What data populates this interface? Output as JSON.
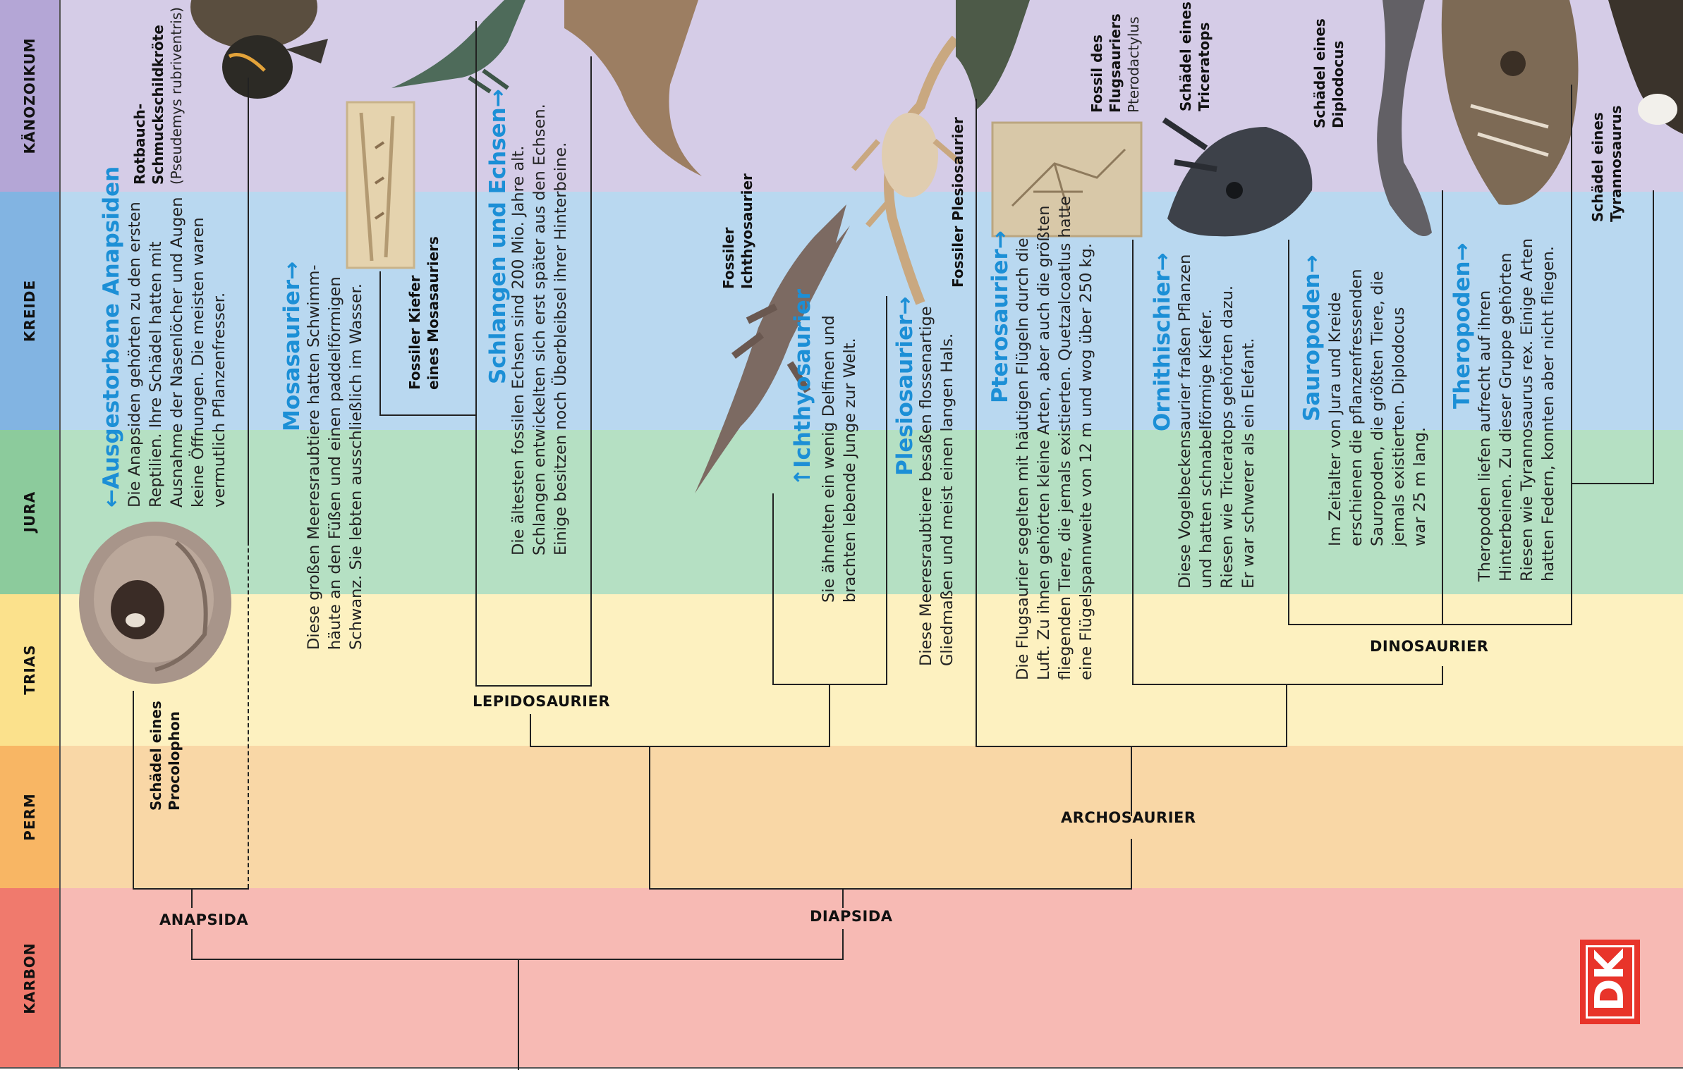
{
  "eras": [
    "KÄNOZOIKUM",
    "KREIDE",
    "JURA",
    "TRIAS",
    "PERM",
    "KARBON"
  ],
  "colors": {
    "kaenozoikum": "#d5cce7",
    "kreide": "#b9d8f0",
    "jura": "#b5e0c3",
    "trias": "#fdf1c0",
    "perm": "#f9d7a6",
    "karbon": "#f7bab4",
    "tab_kaenozoikum": "#b4a6d6",
    "tab_kreide": "#82b4e2",
    "tab_jura": "#8ccb9c",
    "tab_trias": "#fbe18c",
    "tab_perm": "#f8b664",
    "tab_karbon": "#f07a6d",
    "accent": "#1c8fd6",
    "dk_red": "#e8342a"
  },
  "clades": {
    "anapsida": "ANAPSIDA",
    "diapsida": "DIAPSIDA",
    "lepidosaurier": "LEPIDOSAURIER",
    "archosaurier": "ARCHOSAURIER",
    "dinosaurier": "DINOSAURIER"
  },
  "captions": {
    "procolophon": [
      "Schädel eines",
      "Procolophon"
    ],
    "turtle": [
      "Rotbauch-",
      "Schmuckschildkröte"
    ],
    "turtle_latin": "(Pseudemys rubriventris)",
    "mosasaur_jaw": [
      "Fossiler Kiefer",
      "eines Mosasauriers"
    ],
    "ichthyosaur": [
      "Fossiler",
      "Ichthyosaurier"
    ],
    "plesiosaur": "Fossiler Plesiosaurier",
    "pterosaur_fossil": [
      "Fossil des",
      "Flugsauriers"
    ],
    "pterosaur_latin": "Pterodactylus",
    "triceratops": [
      "Schädel eines",
      "Triceratops"
    ],
    "diplodocus": [
      "Schädel eines",
      "Diplodocus"
    ],
    "tyrannosaurus": [
      "Schädel eines",
      "Tyrannosaurus"
    ]
  },
  "texts": {
    "anapsiden": {
      "heading": "←Ausgestorbene Anapsiden",
      "lines": [
        "Die Anapsiden gehörten zu den ersten",
        "Reptilien. Ihre Schädel hatten mit",
        "Ausnahme der Nasenlöcher und Augen",
        "keine Öffnungen. Die meisten waren",
        "vermutlich Pflanzenfresser."
      ]
    },
    "mosasaurier": {
      "heading": "Mosasaurier→",
      "lines": [
        "Diese großen Meeresraubtiere hatten Schwimm-",
        "häute an den Füßen und einen paddelförmigen",
        "Schwanz. Sie lebten ausschließlich im Wasser."
      ]
    },
    "schlangen": {
      "heading": "Schlangen und Echsen→",
      "lines": [
        "Die ältesten fossilen Echsen sind 200 Mio. Jahre alt.",
        "Schlangen entwickelten sich erst später aus den Echsen.",
        "Einige besitzen noch Überbleibsel ihrer Hinterbeine."
      ]
    },
    "ichthyosaurier": {
      "heading": "↑Ichthyosaurier",
      "lines": [
        "Sie ähnelten ein wenig Delfinen und",
        "brachten lebende Junge zur Welt."
      ]
    },
    "plesiosaurier": {
      "heading": "Plesiosaurier→",
      "lines": [
        "Diese Meeresraubtiere besaßen flossenartige",
        "Gliedmaßen und meist einen langen Hals."
      ]
    },
    "pterosaurier": {
      "heading": "Pterosaurier→",
      "lines": [
        "Die Flugsaurier segelten mit häutigen Flügeln durch die",
        "Luft. Zu ihnen gehörten kleine Arten, aber auch die größten",
        "fliegenden Tiere, die jemals existierten. Quetzalcoatlus hatte",
        "eine Flügelspannweite von 12 m und wog über 250 kg."
      ]
    },
    "ornithischier": {
      "heading": "Ornithischier→",
      "lines": [
        "Diese Vogelbeckensaurier fraßen Pflanzen",
        "und hatten schnabelförmige Kiefer.",
        "Riesen wie Triceratops gehörten dazu.",
        "Er war schwerer als ein Elefant."
      ]
    },
    "sauropoden": {
      "heading": "Sauropoden→",
      "lines": [
        "Im Zeitalter von Jura und Kreide",
        "erschienen die pflanzenfressenden",
        "Sauropoden, die größten Tiere, die",
        "jemals existierten. Diplodocus",
        "war 25 m lang."
      ]
    },
    "theropoden": {
      "heading": "Theropoden→",
      "lines": [
        "Theropoden liefen aufrecht auf ihren",
        "Hinterbeinen. Zu dieser Gruppe gehörten",
        "Riesen wie Tyrannosaurus rex. Einige Arten",
        "hatten Federn, konnten aber nicht fliegen."
      ]
    }
  },
  "logo": "DK"
}
